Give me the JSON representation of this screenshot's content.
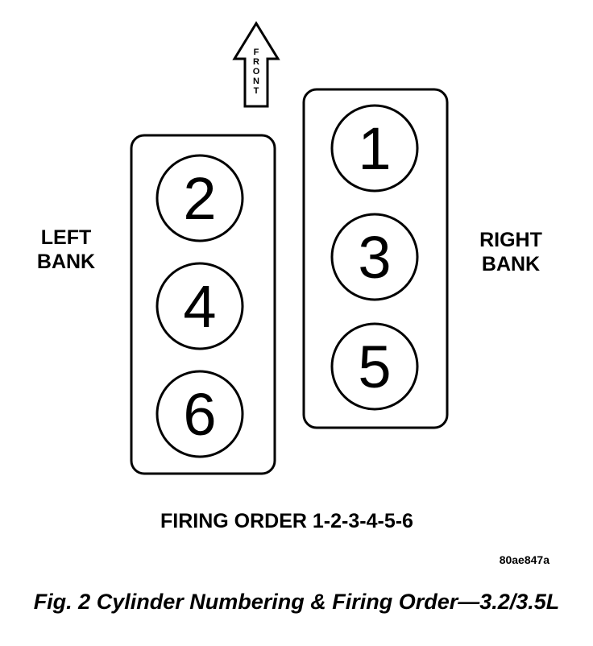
{
  "front_arrow_text": "FRONT",
  "left_bank_line1": "LEFT",
  "left_bank_line2": "BANK",
  "right_bank_line1": "RIGHT",
  "right_bank_line2": "BANK",
  "left_cylinders": [
    "2",
    "4",
    "6"
  ],
  "right_cylinders": [
    "1",
    "3",
    "5"
  ],
  "firing_order": "FIRING ORDER 1-2-3-4-5-6",
  "figure_code": "80ae847a",
  "caption": "Fig. 2 Cylinder Numbering & Firing Order—3.2/3.5L"
}
